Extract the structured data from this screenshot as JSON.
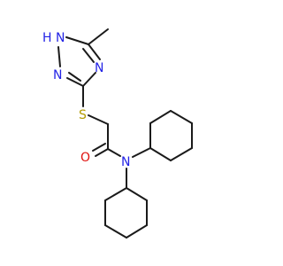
{
  "molecule": {
    "atom_labels": {
      "n1_triazole": "N",
      "h_triazole": "H",
      "n2_triazole": "N",
      "n4_triazole": "N",
      "sulfur": "S",
      "oxygen": "O",
      "n_amide": "N"
    },
    "colors": {
      "bond": "#1a1a1a",
      "nitrogen": "#2323e6",
      "sulfur": "#b39b00",
      "oxygen": "#e0120f"
    }
  }
}
